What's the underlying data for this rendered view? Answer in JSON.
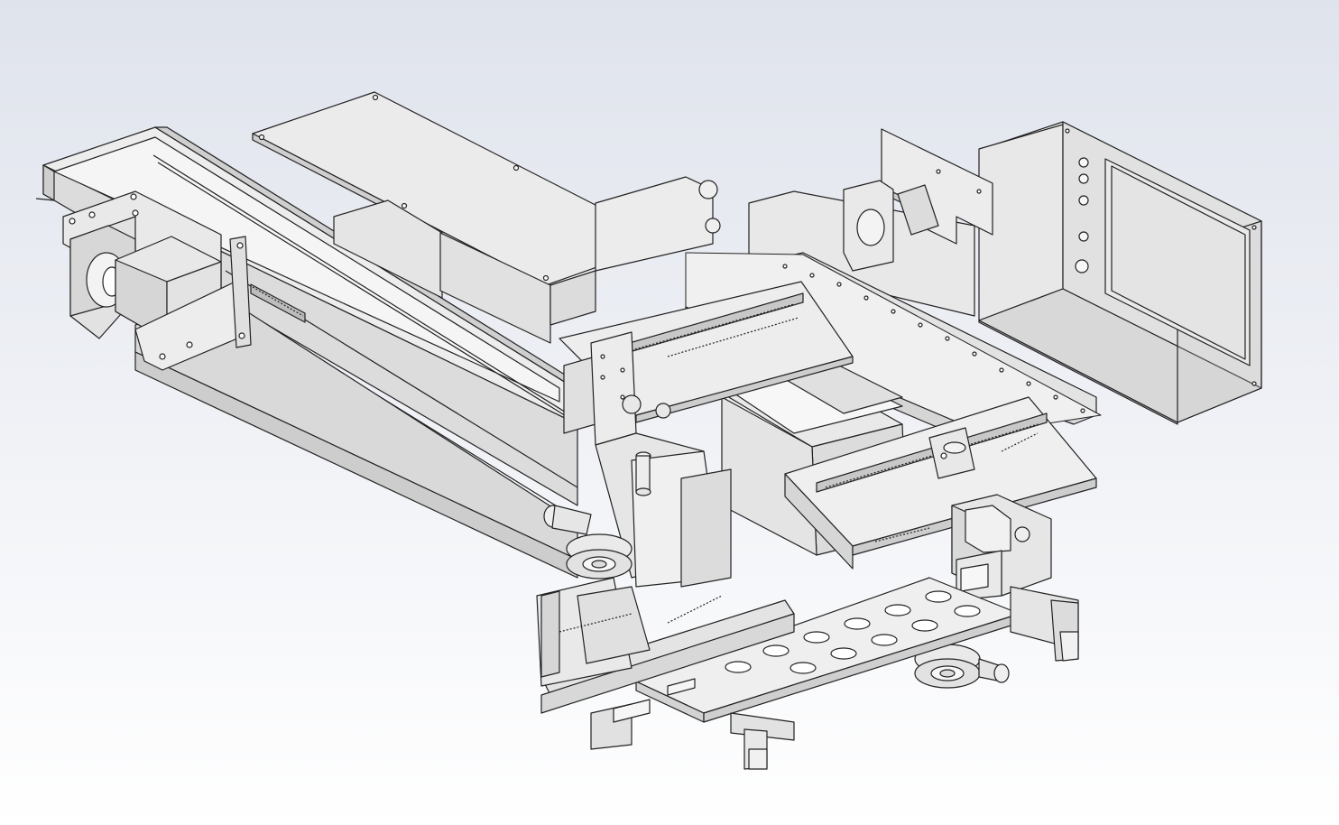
{
  "viewport": {
    "background_top": "#dfe3ec",
    "background_bottom": "#ffffff"
  },
  "style": {
    "face_light": "#efefef",
    "face_mid": "#dddddd",
    "face_dark": "#c9c9c9",
    "edge": "#222222",
    "hole": "#ffffff"
  },
  "assembly": {
    "parts": [
      {
        "name": "left-gantry-beam"
      },
      {
        "name": "top-cover-plate"
      },
      {
        "name": "stepper-motor"
      },
      {
        "name": "linear-guide-rail"
      },
      {
        "name": "center-frame"
      },
      {
        "name": "mid-carriage-plate"
      },
      {
        "name": "right-carriage-plate"
      },
      {
        "name": "control-box"
      },
      {
        "name": "control-box-window"
      },
      {
        "name": "t-shaped-bracket"
      },
      {
        "name": "vertical-spindle-head"
      },
      {
        "name": "rotary-disc-left"
      },
      {
        "name": "rotary-disc-right"
      },
      {
        "name": "perforated-bottom-plate"
      },
      {
        "name": "bottom-gripper-left"
      },
      {
        "name": "bottom-gripper-right"
      }
    ]
  }
}
